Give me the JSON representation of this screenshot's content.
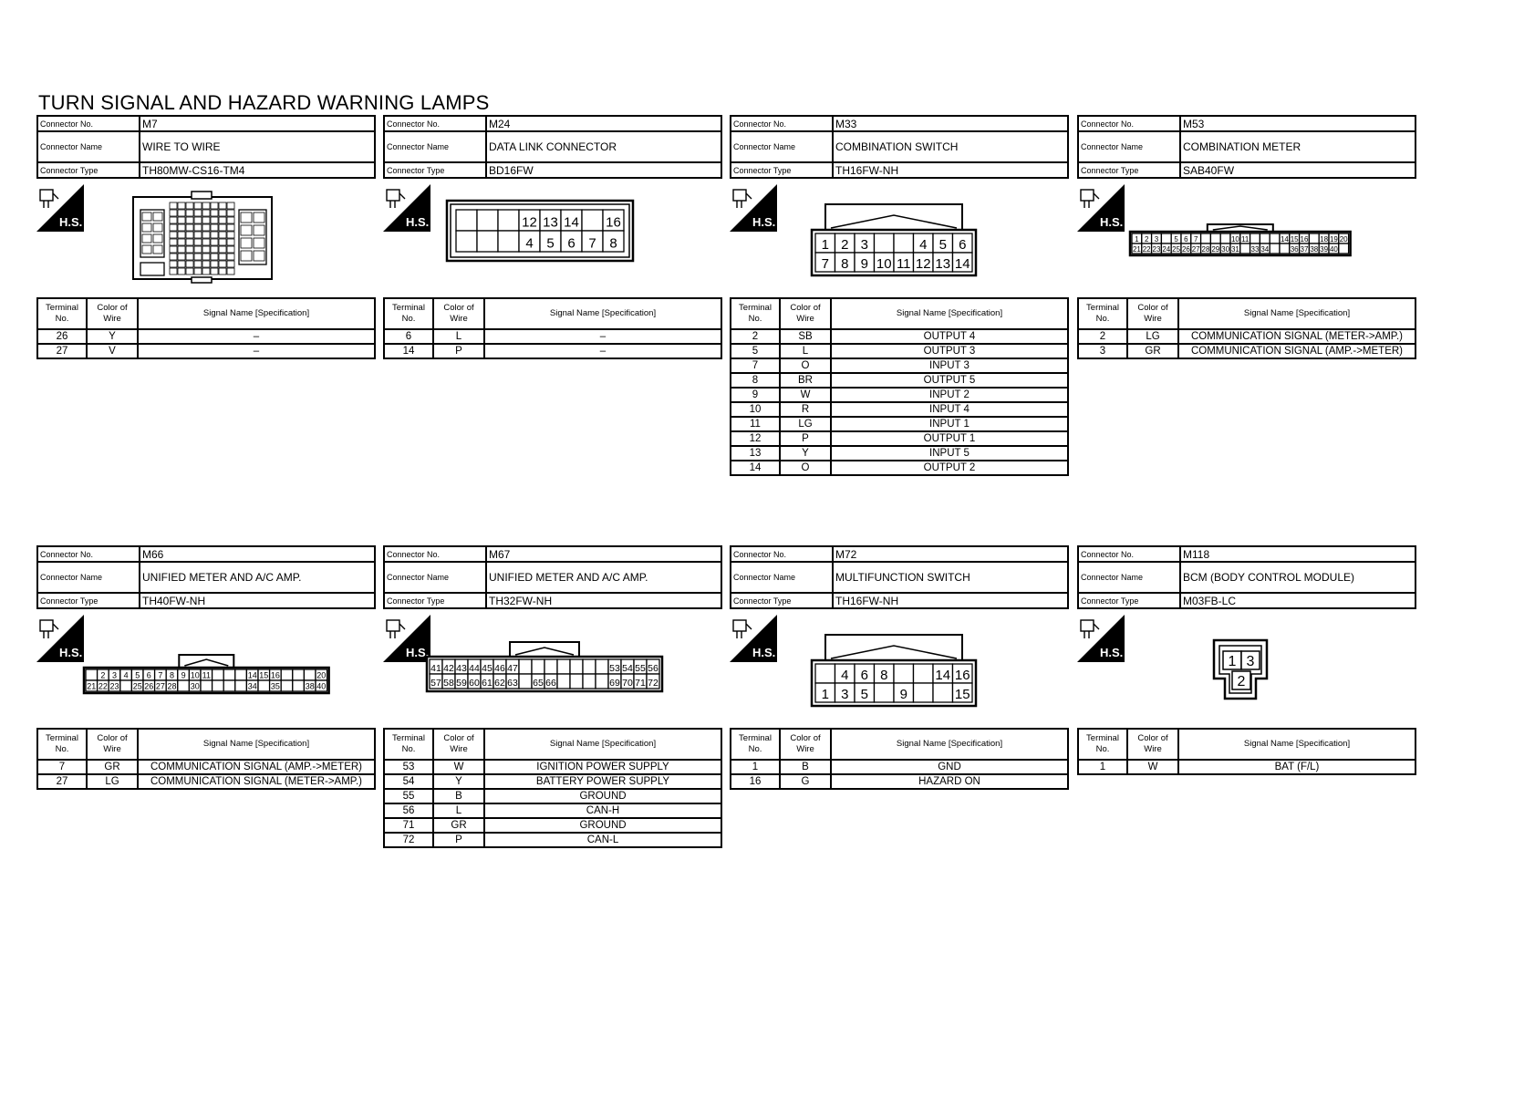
{
  "page_title": "TURN SIGNAL AND HAZARD WARNING LAMPS",
  "labels": {
    "connector_no": "Connector No.",
    "connector_name": "Connector Name",
    "connector_type": "Connector Type",
    "terminal_no": "Terminal No.",
    "color_of_wire": "Color of Wire",
    "signal_name": "Signal Name [Specification]",
    "hs": "H.S."
  },
  "connectors": [
    {
      "no": "M7",
      "name": "WIRE TO WIRE",
      "type": "TH80MW-CS16-TM4",
      "rows": [
        {
          "terminal": "26",
          "color": "Y",
          "signal": "–"
        },
        {
          "terminal": "27",
          "color": "V",
          "signal": "–"
        }
      ]
    },
    {
      "no": "M24",
      "name": "DATA LINK CONNECTOR",
      "type": "BD16FW",
      "pins": {
        "top": [
          "",
          "",
          "",
          "12",
          "13",
          "14",
          "",
          "16"
        ],
        "bottom": [
          "",
          "",
          "",
          "4",
          "5",
          "6",
          "7",
          "8"
        ]
      },
      "rows": [
        {
          "terminal": "6",
          "color": "L",
          "signal": "–"
        },
        {
          "terminal": "14",
          "color": "P",
          "signal": "–"
        }
      ]
    },
    {
      "no": "M33",
      "name": "COMBINATION SWITCH",
      "type": "TH16FW-NH",
      "pins": {
        "top": [
          "1",
          "2",
          "3",
          "",
          "",
          "4",
          "5",
          "6"
        ],
        "bottom": [
          "7",
          "8",
          "9",
          "10",
          "11",
          "12",
          "13",
          "14"
        ]
      },
      "rows": [
        {
          "terminal": "2",
          "color": "SB",
          "signal": "OUTPUT 4"
        },
        {
          "terminal": "5",
          "color": "L",
          "signal": "OUTPUT 3"
        },
        {
          "terminal": "7",
          "color": "O",
          "signal": "INPUT 3"
        },
        {
          "terminal": "8",
          "color": "BR",
          "signal": "OUTPUT 5"
        },
        {
          "terminal": "9",
          "color": "W",
          "signal": "INPUT 2"
        },
        {
          "terminal": "10",
          "color": "R",
          "signal": "INPUT 4"
        },
        {
          "terminal": "11",
          "color": "LG",
          "signal": "INPUT 1"
        },
        {
          "terminal": "12",
          "color": "P",
          "signal": "OUTPUT 1"
        },
        {
          "terminal": "13",
          "color": "Y",
          "signal": "INPUT 5"
        },
        {
          "terminal": "14",
          "color": "O",
          "signal": "OUTPUT 2"
        }
      ]
    },
    {
      "no": "M53",
      "name": "COMBINATION METER",
      "type": "SAB40FW",
      "pins": {
        "top": [
          "1",
          "2",
          "3",
          "",
          "5",
          "6",
          "7",
          "",
          "",
          "",
          "10",
          "11",
          "",
          "",
          "",
          "14",
          "15",
          "16",
          "",
          "18",
          "19",
          "20"
        ],
        "bottom": [
          "21",
          "22",
          "23",
          "24",
          "25",
          "26",
          "27",
          "28",
          "29",
          "30",
          "31",
          "",
          "33",
          "34",
          "",
          "",
          "36",
          "37",
          "38",
          "39",
          "40",
          ""
        ]
      },
      "rows": [
        {
          "terminal": "2",
          "color": "LG",
          "signal": "COMMUNICATION SIGNAL (METER->AMP.)"
        },
        {
          "terminal": "3",
          "color": "GR",
          "signal": "COMMUNICATION SIGNAL (AMP.->METER)"
        }
      ]
    },
    {
      "no": "M66",
      "name": "UNIFIED METER AND A/C AMP.",
      "type": "TH40FW-NH",
      "pins": {
        "top": [
          "",
          "2",
          "3",
          "4",
          "5",
          "6",
          "7",
          "8",
          "9",
          "10",
          "11",
          "",
          "",
          "",
          "14",
          "15",
          "16",
          "",
          "",
          "",
          "20"
        ],
        "bottom": [
          "21",
          "22",
          "23",
          "",
          "25",
          "26",
          "27",
          "28",
          "",
          "30",
          "",
          "",
          "",
          "",
          "34",
          "",
          "35",
          "",
          "",
          "38",
          "40"
        ]
      },
      "rows": [
        {
          "terminal": "7",
          "color": "GR",
          "signal": "COMMUNICATION SIGNAL (AMP.->METER)"
        },
        {
          "terminal": "27",
          "color": "LG",
          "signal": "COMMUNICATION SIGNAL (METER->AMP.)"
        }
      ]
    },
    {
      "no": "M67",
      "name": "UNIFIED METER AND A/C AMP.",
      "type": "TH32FW-NH",
      "pins": {
        "top": [
          "41",
          "42",
          "43",
          "44",
          "45",
          "46",
          "47",
          "",
          "",
          "",
          "",
          "",
          "",
          "",
          "53",
          "54",
          "55",
          "56"
        ],
        "bottom": [
          "57",
          "58",
          "59",
          "60",
          "61",
          "62",
          "63",
          "",
          "65",
          "66",
          "",
          "",
          "",
          "",
          "69",
          "70",
          "71",
          "72"
        ]
      },
      "rows": [
        {
          "terminal": "53",
          "color": "W",
          "signal": "IGNITION POWER SUPPLY"
        },
        {
          "terminal": "54",
          "color": "Y",
          "signal": "BATTERY POWER SUPPLY"
        },
        {
          "terminal": "55",
          "color": "B",
          "signal": "GROUND"
        },
        {
          "terminal": "56",
          "color": "L",
          "signal": "CAN-H"
        },
        {
          "terminal": "71",
          "color": "GR",
          "signal": "GROUND"
        },
        {
          "terminal": "72",
          "color": "P",
          "signal": "CAN-L"
        }
      ]
    },
    {
      "no": "M72",
      "name": "MULTIFUNCTION SWITCH",
      "type": "TH16FW-NH",
      "pins": {
        "top": [
          "",
          "4",
          "6",
          "8",
          "",
          "",
          "14",
          "16"
        ],
        "bottom": [
          "1",
          "3",
          "5",
          "",
          "9",
          "",
          "",
          "15"
        ]
      },
      "rows": [
        {
          "terminal": "1",
          "color": "B",
          "signal": "GND"
        },
        {
          "terminal": "16",
          "color": "G",
          "signal": "HAZARD ON"
        }
      ]
    },
    {
      "no": "M118",
      "name": "BCM (BODY CONTROL MODULE)",
      "type": "M03FB-LC",
      "pins": {
        "top": [
          "1",
          "3"
        ],
        "bottom": [
          "2"
        ]
      },
      "rows": [
        {
          "terminal": "1",
          "color": "W",
          "signal": "BAT (F/L)"
        }
      ]
    }
  ]
}
